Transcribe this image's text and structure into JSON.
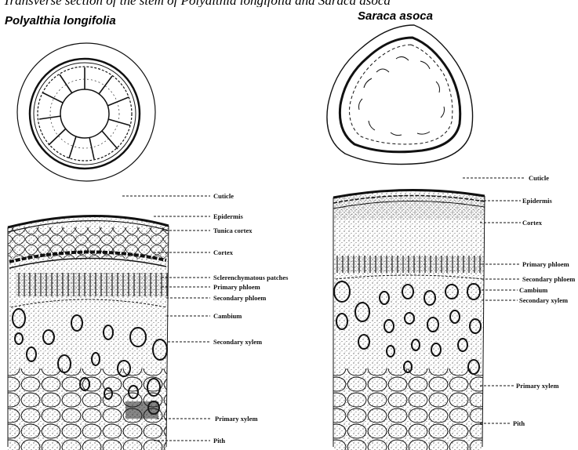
{
  "caption": "Transverse section of the stem of Polyalthia longifolia and Saraca asoca",
  "left": {
    "species": "Polyalthia longifolia",
    "labels": {
      "cuticle": "Cuticle",
      "epidermis": "Epidermis",
      "tunica": "Tunica cortex",
      "cortex": "Cortex",
      "sclerenchyma": "Sclerenchymatous patches",
      "primary_phloem": "Primary phloem",
      "secondary_phloem": "Secondary phloem",
      "cambium": "Cambium",
      "secondary_xylem": "Secondary xylem",
      "primary_xylem": "Primary xylem",
      "pith": "Pith"
    }
  },
  "right": {
    "species": "Saraca asoca",
    "labels": {
      "cuticle": "Cuticle",
      "epidermis": "Epidermis",
      "cortex": "Cortex",
      "primary_phloem": "Primary phloem",
      "secondary_phloem": "Secondary phloem",
      "cambium": "Cambium",
      "secondary_xylem": "Secondary xylem",
      "primary_xylem": "Primary xylem",
      "pith": "Pith"
    }
  }
}
